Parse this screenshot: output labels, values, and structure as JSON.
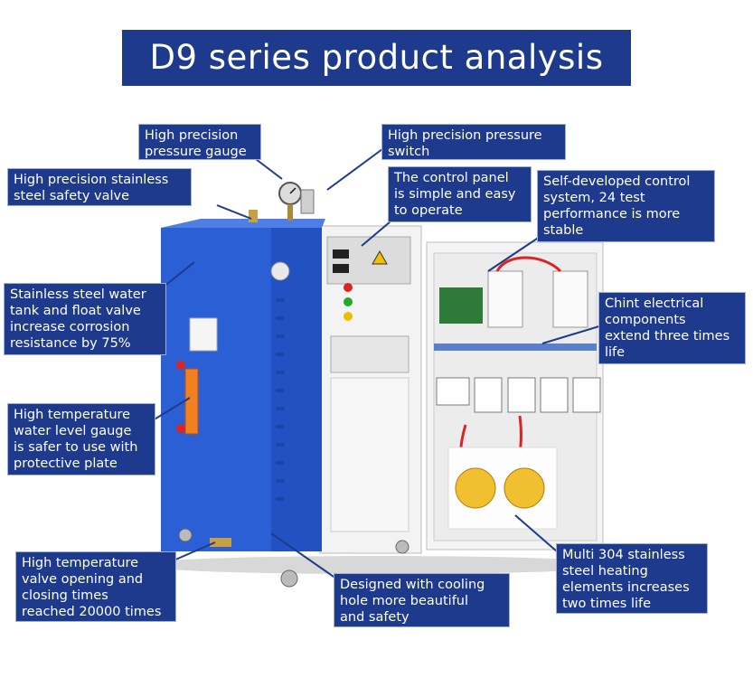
{
  "title": "D9 series product analysis",
  "colors": {
    "label_bg": "#1e3a8c",
    "label_text": "#ffffff",
    "machine_blue": "#2b5fd6",
    "panel_white": "#f2f2f2"
  },
  "labels": {
    "pressure_gauge": "High precision\npressure gauge",
    "pressure_switch": "High precision pressure\nswitch",
    "safety_valve": "High precision stainless\nsteel safety valve",
    "control_panel": "The control panel\nis simple and easy\nto operate",
    "control_system": "Self-developed control\nsystem, 24 test\nperformance is more\nstable",
    "water_tank": "Stainless steel water\ntank and float valve\nincrease corrosion\nresistance by 75%",
    "chint": "Chint electrical\ncomponents\nextend three times\nlife",
    "level_gauge": "High temperature\nwater level gauge\nis safer to use with\nprotective plate",
    "valve_opening": "High temperature\nvalve opening and\nclosing times\nreached 20000 times",
    "cooling_hole": "Designed with cooling\nhole more beautiful\nand safety",
    "heating_elements": "Multi 304 stainless\nsteel heating\nelements increases\ntwo times life"
  }
}
